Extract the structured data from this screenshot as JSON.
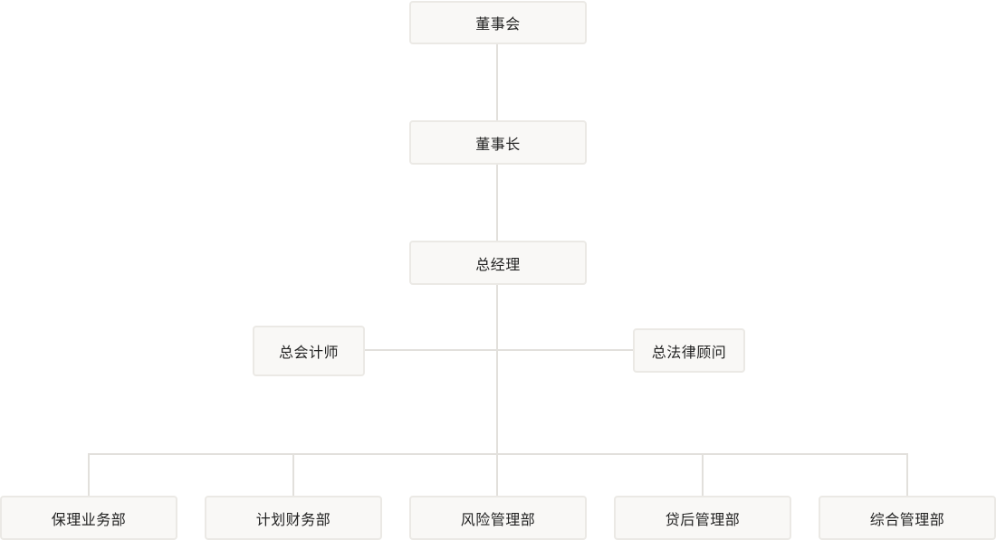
{
  "org_chart": {
    "board": "董事会",
    "chairman": "董事长",
    "general_manager": "总经理",
    "chief_accountant": "总会计师",
    "general_counsel": "总法律顾问",
    "departments": [
      "保理业务部",
      "计划财务部",
      "风险管理部",
      "贷后管理部",
      "综合管理部"
    ]
  },
  "colors": {
    "node_background": "#f9f8f6",
    "node_border": "#ebe9e5",
    "connector": "#e2e0dc",
    "text": "#222222"
  }
}
